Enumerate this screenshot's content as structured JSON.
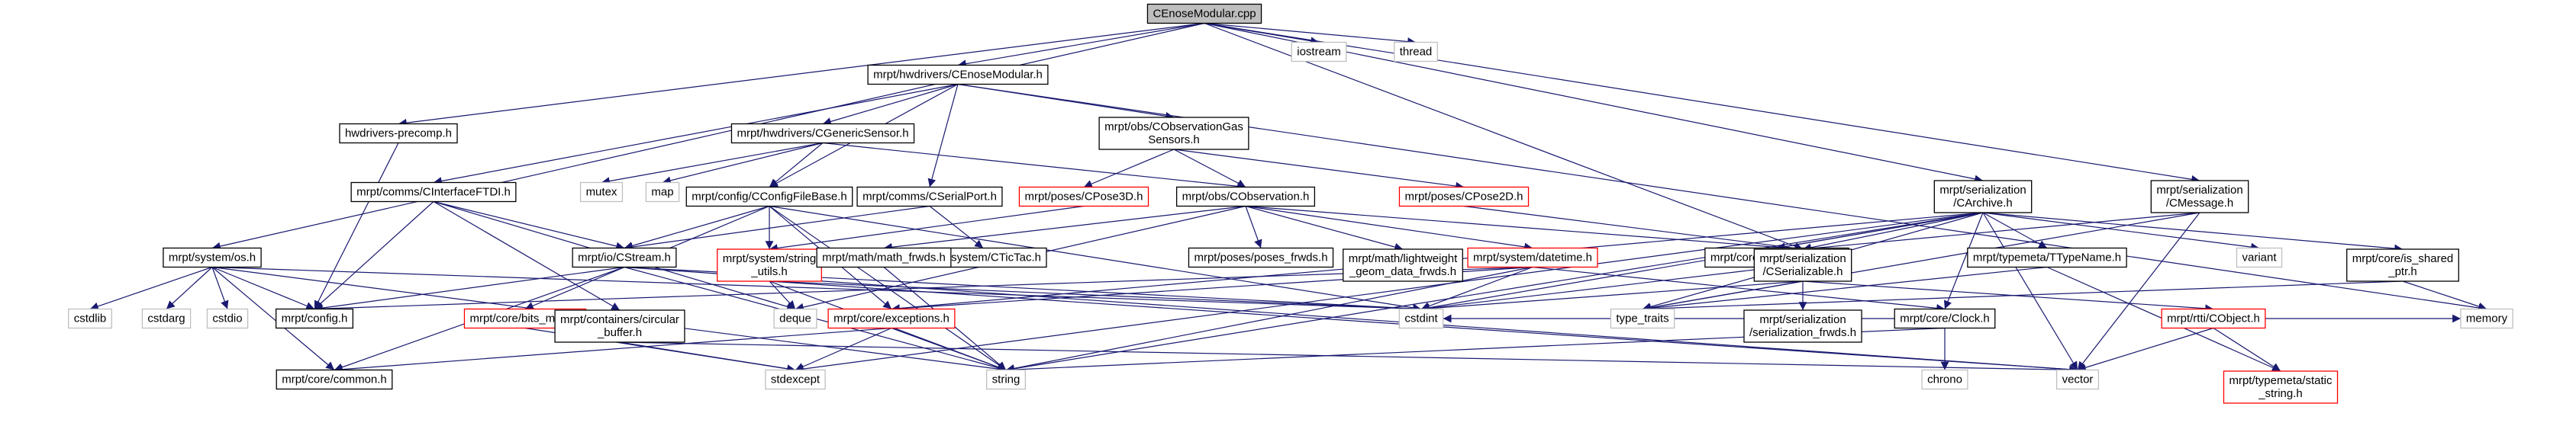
{
  "colors": {
    "edge": "#191970",
    "root_fill": "#bfbfbf",
    "normal_border": "#000000",
    "missing_border": "#ff0000",
    "system_border": "#bfbfbf",
    "text": "#000000",
    "system_text": "#000000"
  },
  "nodes": [
    {
      "id": "root",
      "lines": [
        "CEnoseModular.cpp"
      ],
      "style": "root"
    },
    {
      "id": "iostream",
      "lines": [
        "iostream"
      ],
      "style": "system"
    },
    {
      "id": "thread",
      "lines": [
        "thread"
      ],
      "style": "system"
    },
    {
      "id": "enose",
      "lines": [
        "mrpt/hwdrivers/CEnoseModular.h"
      ],
      "style": "normal"
    },
    {
      "id": "precomp",
      "lines": [
        "hwdrivers-precomp.h"
      ],
      "style": "normal"
    },
    {
      "id": "generic",
      "lines": [
        "mrpt/hwdrivers/CGenericSensor.h"
      ],
      "style": "normal"
    },
    {
      "id": "obsgas",
      "lines": [
        "mrpt/obs/CObservationGas",
        "Sensors.h"
      ],
      "style": "normal"
    },
    {
      "id": "mutex",
      "lines": [
        "mutex"
      ],
      "style": "system"
    },
    {
      "id": "map",
      "lines": [
        "map"
      ],
      "style": "system"
    },
    {
      "id": "ftdi",
      "lines": [
        "mrpt/comms/CInterfaceFTDI.h"
      ],
      "style": "normal"
    },
    {
      "id": "cfgfile",
      "lines": [
        "mrpt/config/CConfigFileBase.h"
      ],
      "style": "normal"
    },
    {
      "id": "serialport",
      "lines": [
        "mrpt/comms/CSerialPort.h"
      ],
      "style": "normal"
    },
    {
      "id": "pose3d",
      "lines": [
        "mrpt/poses/CPose3D.h"
      ],
      "style": "missing"
    },
    {
      "id": "cobs",
      "lines": [
        "mrpt/obs/CObservation.h"
      ],
      "style": "normal"
    },
    {
      "id": "pose2d",
      "lines": [
        "mrpt/poses/CPose2D.h"
      ],
      "style": "missing"
    },
    {
      "id": "archive",
      "lines": [
        "mrpt/serialization",
        "/CArchive.h"
      ],
      "style": "normal"
    },
    {
      "id": "cmessage",
      "lines": [
        "mrpt/serialization",
        "/CMessage.h"
      ],
      "style": "normal"
    },
    {
      "id": "osh",
      "lines": [
        "mrpt/system/os.h"
      ],
      "style": "normal"
    },
    {
      "id": "cstream",
      "lines": [
        "mrpt/io/CStream.h"
      ],
      "style": "normal"
    },
    {
      "id": "strutils",
      "lines": [
        "mrpt/system/string",
        "_utils.h"
      ],
      "style": "missing"
    },
    {
      "id": "tictac",
      "lines": [
        "mrpt/system/CTicTac.h"
      ],
      "style": "normal"
    },
    {
      "id": "mathfwd",
      "lines": [
        "mrpt/math/math_frwds.h"
      ],
      "style": "normal"
    },
    {
      "id": "posesfwd",
      "lines": [
        "mrpt/poses/poses_frwds.h"
      ],
      "style": "normal"
    },
    {
      "id": "lwgeom",
      "lines": [
        "mrpt/math/lightweight",
        "_geom_data_frwds.h"
      ],
      "style": "normal"
    },
    {
      "id": "datetime",
      "lines": [
        "mrpt/system/datetime.h"
      ],
      "style": "missing"
    },
    {
      "id": "revbytes",
      "lines": [
        "mrpt/core/reverse_bytes.h"
      ],
      "style": "normal"
    },
    {
      "id": "serializable",
      "lines": [
        "mrpt/serialization",
        "/CSerializable.h"
      ],
      "style": "normal"
    },
    {
      "id": "ttypename",
      "lines": [
        "mrpt/typemeta/TTypeName.h"
      ],
      "style": "normal"
    },
    {
      "id": "variant",
      "lines": [
        "variant"
      ],
      "style": "system"
    },
    {
      "id": "isshared",
      "lines": [
        "mrpt/core/is_shared",
        "_ptr.h"
      ],
      "style": "normal"
    },
    {
      "id": "cstdlib",
      "lines": [
        "cstdlib"
      ],
      "style": "system"
    },
    {
      "id": "cstdarg",
      "lines": [
        "cstdarg"
      ],
      "style": "system"
    },
    {
      "id": "cstdio",
      "lines": [
        "cstdio"
      ],
      "style": "system"
    },
    {
      "id": "config",
      "lines": [
        "mrpt/config.h"
      ],
      "style": "normal"
    },
    {
      "id": "bitsmath",
      "lines": [
        "mrpt/core/bits_math.h"
      ],
      "style": "missing"
    },
    {
      "id": "circbuf",
      "lines": [
        "mrpt/containers/circular",
        "_buffer.h"
      ],
      "style": "normal"
    },
    {
      "id": "deque",
      "lines": [
        "deque"
      ],
      "style": "system"
    },
    {
      "id": "exceptions",
      "lines": [
        "mrpt/core/exceptions.h"
      ],
      "style": "missing"
    },
    {
      "id": "cstdint",
      "lines": [
        "cstdint"
      ],
      "style": "system"
    },
    {
      "id": "typetraits",
      "lines": [
        "type_traits"
      ],
      "style": "system"
    },
    {
      "id": "serfwd",
      "lines": [
        "mrpt/serialization",
        "/serialization_frwds.h"
      ],
      "style": "normal"
    },
    {
      "id": "clock",
      "lines": [
        "mrpt/core/Clock.h"
      ],
      "style": "normal"
    },
    {
      "id": "cobject",
      "lines": [
        "mrpt/rtti/CObject.h"
      ],
      "style": "missing"
    },
    {
      "id": "memory",
      "lines": [
        "memory"
      ],
      "style": "system"
    },
    {
      "id": "common",
      "lines": [
        "mrpt/core/common.h"
      ],
      "style": "normal"
    },
    {
      "id": "stdexcept",
      "lines": [
        "stdexcept"
      ],
      "style": "system"
    },
    {
      "id": "string",
      "lines": [
        "string"
      ],
      "style": "system"
    },
    {
      "id": "chrono",
      "lines": [
        "chrono"
      ],
      "style": "system"
    },
    {
      "id": "vector",
      "lines": [
        "vector"
      ],
      "style": "system"
    },
    {
      "id": "staticstr",
      "lines": [
        "mrpt/typemeta/static",
        "_string.h"
      ],
      "style": "missing"
    }
  ],
  "edges": [
    [
      "root",
      "iostream"
    ],
    [
      "root",
      "thread"
    ],
    [
      "root",
      "enose"
    ],
    [
      "root",
      "precomp"
    ],
    [
      "root",
      "osh"
    ],
    [
      "root",
      "archive"
    ],
    [
      "root",
      "cmessage"
    ],
    [
      "root",
      "serializable"
    ],
    [
      "enose",
      "generic"
    ],
    [
      "enose",
      "obsgas"
    ],
    [
      "enose",
      "ftdi"
    ],
    [
      "enose",
      "cfgfile"
    ],
    [
      "enose",
      "serialport"
    ],
    [
      "enose",
      "memory"
    ],
    [
      "precomp",
      "config"
    ],
    [
      "generic",
      "mutex"
    ],
    [
      "generic",
      "map"
    ],
    [
      "generic",
      "cfgfile"
    ],
    [
      "generic",
      "cobs"
    ],
    [
      "obsgas",
      "pose3d"
    ],
    [
      "obsgas",
      "cobs"
    ],
    [
      "obsgas",
      "pose2d"
    ],
    [
      "ftdi",
      "cstream"
    ],
    [
      "ftdi",
      "config"
    ],
    [
      "ftdi",
      "circbuf"
    ],
    [
      "ftdi",
      "deque"
    ],
    [
      "cfgfile",
      "cstream"
    ],
    [
      "cfgfile",
      "strutils"
    ],
    [
      "cfgfile",
      "bitsmath"
    ],
    [
      "cfgfile",
      "string"
    ],
    [
      "cfgfile",
      "exceptions"
    ],
    [
      "cfgfile",
      "cstdint"
    ],
    [
      "serialport",
      "cstream"
    ],
    [
      "serialport",
      "tictac"
    ],
    [
      "pose3d",
      "strutils"
    ],
    [
      "cobs",
      "mathfwd"
    ],
    [
      "cobs",
      "posesfwd"
    ],
    [
      "cobs",
      "lwgeom"
    ],
    [
      "cobs",
      "datetime"
    ],
    [
      "cobs",
      "serializable"
    ],
    [
      "cobs",
      "deque"
    ],
    [
      "pose2d",
      "serializable"
    ],
    [
      "archive",
      "revbytes"
    ],
    [
      "archive",
      "serializable"
    ],
    [
      "archive",
      "ttypename"
    ],
    [
      "archive",
      "variant"
    ],
    [
      "archive",
      "isshared"
    ],
    [
      "archive",
      "cstdint"
    ],
    [
      "archive",
      "typetraits"
    ],
    [
      "archive",
      "clock"
    ],
    [
      "archive",
      "vector"
    ],
    [
      "archive",
      "stdexcept"
    ],
    [
      "archive",
      "string"
    ],
    [
      "archive",
      "exceptions"
    ],
    [
      "cmessage",
      "serializable"
    ],
    [
      "cmessage",
      "vector"
    ],
    [
      "cmessage",
      "typetraits"
    ],
    [
      "osh",
      "cstdlib"
    ],
    [
      "osh",
      "cstdarg"
    ],
    [
      "osh",
      "cstdio"
    ],
    [
      "osh",
      "config"
    ],
    [
      "osh",
      "cstdint"
    ],
    [
      "osh",
      "common"
    ],
    [
      "osh",
      "string"
    ],
    [
      "cstream",
      "config"
    ],
    [
      "cstream",
      "common"
    ],
    [
      "cstream",
      "cstdint"
    ],
    [
      "cstream",
      "string"
    ],
    [
      "cstream",
      "vector"
    ],
    [
      "strutils",
      "deque"
    ],
    [
      "strutils",
      "string"
    ],
    [
      "strutils",
      "vector"
    ],
    [
      "strutils",
      "cstdint"
    ],
    [
      "mathfwd",
      "string"
    ],
    [
      "datetime",
      "cstdint"
    ],
    [
      "datetime",
      "string"
    ],
    [
      "datetime",
      "clock"
    ],
    [
      "datetime",
      "exceptions"
    ],
    [
      "datetime",
      "config"
    ],
    [
      "revbytes",
      "cstdint"
    ],
    [
      "serializable",
      "serfwd"
    ],
    [
      "serializable",
      "cobject"
    ],
    [
      "serializable",
      "cstdint"
    ],
    [
      "serializable",
      "typetraits"
    ],
    [
      "ttypename",
      "staticstr"
    ],
    [
      "ttypename",
      "typetraits"
    ],
    [
      "isshared",
      "memory"
    ],
    [
      "isshared",
      "typetraits"
    ],
    [
      "bitsmath",
      "stdexcept"
    ],
    [
      "circbuf",
      "stdexcept"
    ],
    [
      "circbuf",
      "vector"
    ],
    [
      "exceptions",
      "common"
    ],
    [
      "exceptions",
      "stdexcept"
    ],
    [
      "exceptions",
      "string"
    ],
    [
      "clock",
      "chrono"
    ],
    [
      "clock",
      "cstdint"
    ],
    [
      "clock",
      "string"
    ],
    [
      "cobject",
      "staticstr"
    ],
    [
      "cobject",
      "memory"
    ],
    [
      "cobject",
      "vector"
    ]
  ]
}
